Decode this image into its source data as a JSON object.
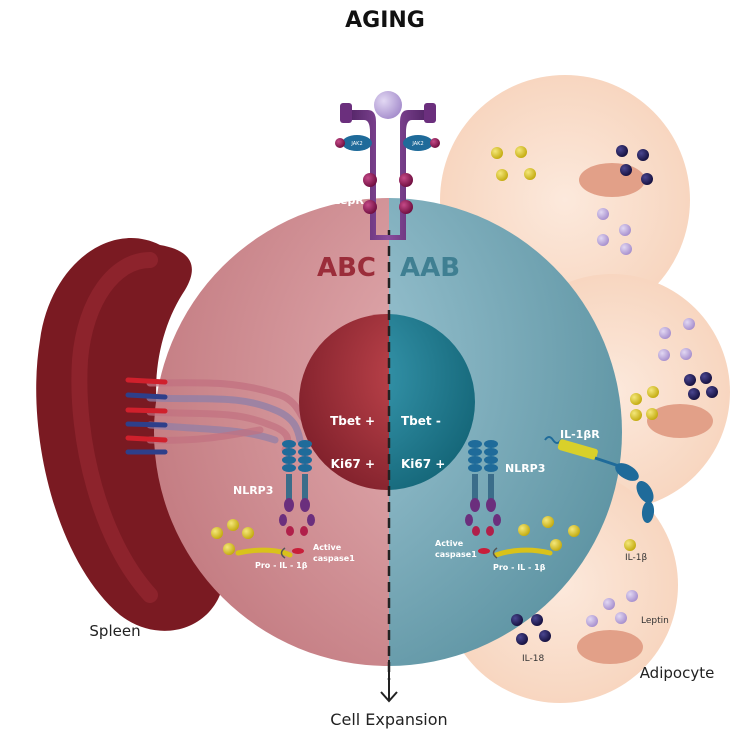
{
  "title": "AGING",
  "labels": {
    "abc": "ABC",
    "aab": "AAB",
    "lepr": "LepR",
    "jak2_left": "JAK2",
    "jak2_right": "JAK2",
    "tbet_pos": "Tbet +",
    "tbet_neg": "Tbet -",
    "ki67_left": "Ki67 +",
    "ki67_right": "Ki67 +",
    "nlrp3_left": "NLRP3",
    "nlrp3_right": "NLRP3",
    "active_caspase_left_1": "Active",
    "active_caspase_left_2": "caspase1",
    "active_caspase_right_1": "Active",
    "active_caspase_right_2": "caspase1",
    "pro_il1b_left": "Pro - IL - 1β",
    "pro_il1b_right": "Pro - IL - 1β",
    "il1br": "IL-1βR",
    "il1b": "IL-1β",
    "leptin": "Leptin",
    "il18": "IL-18",
    "spleen": "Spleen",
    "adipocyte": "Adipocyte",
    "cell_expansion": "Cell Expansion"
  },
  "colors": {
    "abc_text": "#9b2d3a",
    "aab_text": "#3f7f92",
    "spleen": "#7a1a22",
    "yellow_ball": "#d9c21a",
    "navy_ball": "#1c1850",
    "lilac_ball": "#b7a2d8",
    "magenta": "#8a1350",
    "receptor": "#6b2f7d"
  }
}
